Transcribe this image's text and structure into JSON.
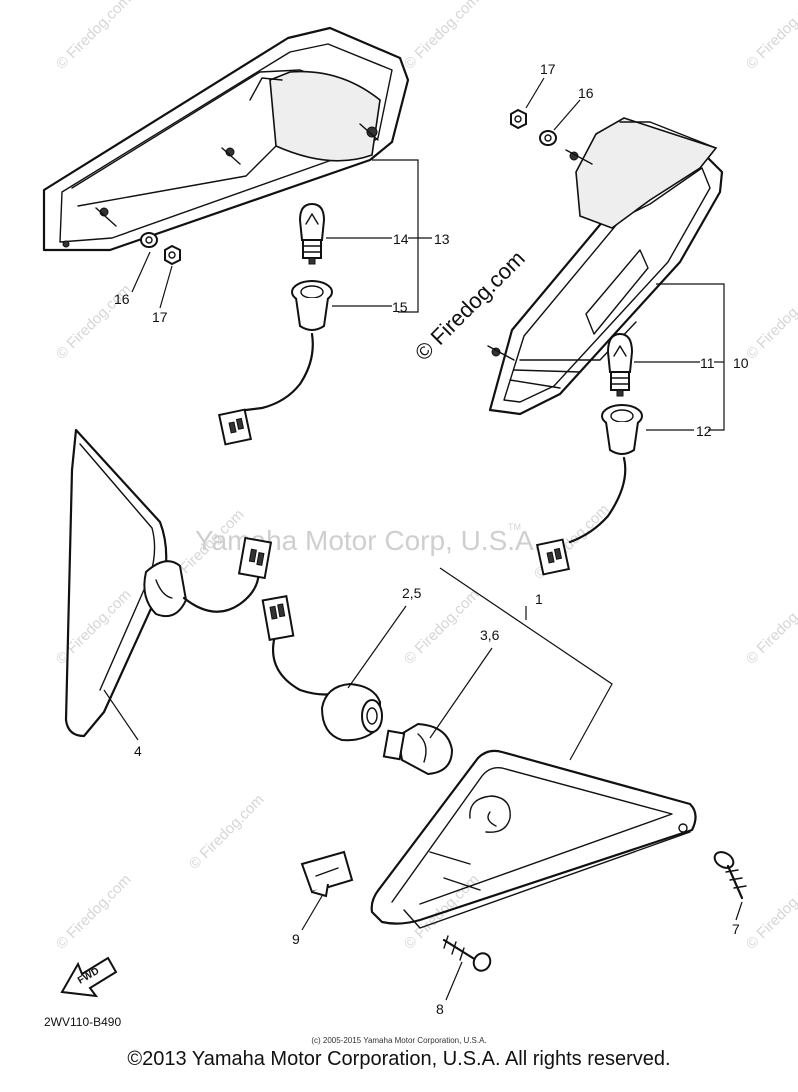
{
  "diagram": {
    "watermark_small": "© Firedog.com",
    "watermark_main": "© Firedog.com",
    "center_watermark": "Yamaha Motor Corp, U.S.A.",
    "tm": "TM",
    "diagram_code": "2WV110-B490",
    "fwd_label": "FWD",
    "small_copyright": "(c) 2005-2015 Yamaha Motor Corporation, U.S.A.",
    "footer_copyright": "©2013 Yamaha Motor Corporation, U.S.A. All rights reserved.",
    "callouts": {
      "c1": "1",
      "c25": "2,5",
      "c36": "3,6",
      "c4": "4",
      "c7": "7",
      "c8": "8",
      "c9": "9",
      "c10": "10",
      "c11": "11",
      "c12": "12",
      "c13": "13",
      "c14": "14",
      "c15": "15",
      "c16a": "16",
      "c16b": "16",
      "c17a": "17",
      "c17b": "17"
    }
  }
}
